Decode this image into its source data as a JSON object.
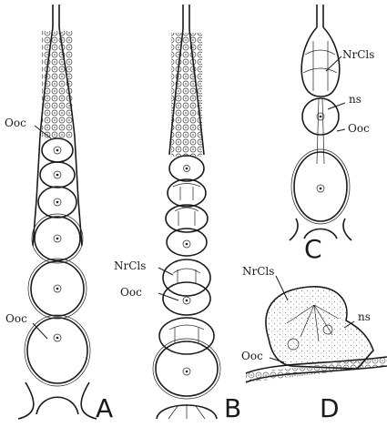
{
  "labels": {
    "ooc": "Ooc",
    "nrcls": "NrCls",
    "ns": "ns",
    "panel_a": "A",
    "panel_b": "B",
    "panel_c": "C",
    "panel_d": "D"
  }
}
